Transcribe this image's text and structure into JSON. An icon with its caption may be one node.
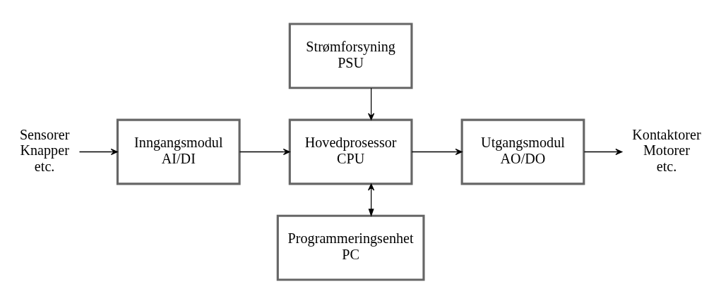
{
  "diagram": {
    "nodes": [
      {
        "text": [
          "Sensorer Knapper etc."
        ]
      },
      {
        "text": [
          "Inngangsmodul",
          "AI/DI"
        ]
      },
      {
        "text": [
          "Strømforsyning",
          "PSU"
        ]
      },
      {
        "text": [
          "Hovedprosessor",
          "CPU"
        ]
      },
      {
        "text": [
          "Utgangsmodul",
          "AO/DO"
        ]
      },
      {
        "text": [
          "Kontaktorer Motorer etc."
        ]
      },
      {
        "text": [
          "Programmeringsenhet",
          "PC"
        ]
      }
    ],
    "edges": [
      {
        "from": 0,
        "to": 1,
        "arrow": "to"
      },
      {
        "from": 1,
        "to": 3,
        "arrow": "to"
      },
      {
        "from": 2,
        "to": 3,
        "arrow": "to"
      },
      {
        "from": 3,
        "to": 4,
        "arrow": "to"
      },
      {
        "from": 4,
        "to": 5,
        "arrow": "to"
      },
      {
        "from": 3,
        "to": 6,
        "arrow": "both"
      }
    ]
  }
}
